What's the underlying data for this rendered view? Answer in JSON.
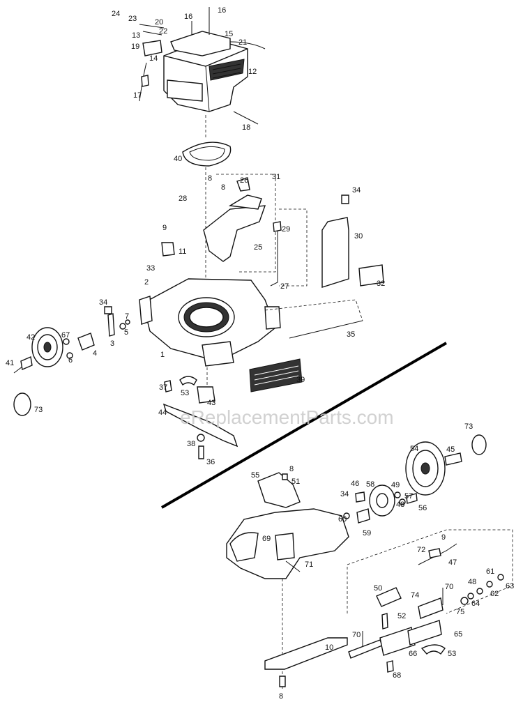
{
  "watermark": "eReplacementParts.com",
  "callouts": [
    "24",
    "23",
    "20",
    "22",
    "13",
    "19",
    "14",
    "16",
    "16",
    "15",
    "21",
    "12",
    "17",
    "18",
    "40",
    "8",
    "8",
    "26",
    "31",
    "28",
    "34",
    "9",
    "11",
    "29",
    "25",
    "30",
    "27",
    "32",
    "33",
    "2",
    "34",
    "7",
    "5",
    "3",
    "4",
    "67",
    "42",
    "6",
    "41",
    "35",
    "1",
    "37",
    "53",
    "43",
    "39",
    "73",
    "44",
    "38",
    "36",
    "73",
    "54",
    "45",
    "8",
    "55",
    "51",
    "46",
    "58",
    "49",
    "57",
    "34",
    "48",
    "56",
    "60",
    "59",
    "69",
    "9",
    "72",
    "47",
    "71",
    "61",
    "48",
    "63",
    "62",
    "64",
    "50",
    "74",
    "70",
    "75",
    "52",
    "65",
    "70",
    "10",
    "66",
    "53",
    "68",
    "8"
  ]
}
